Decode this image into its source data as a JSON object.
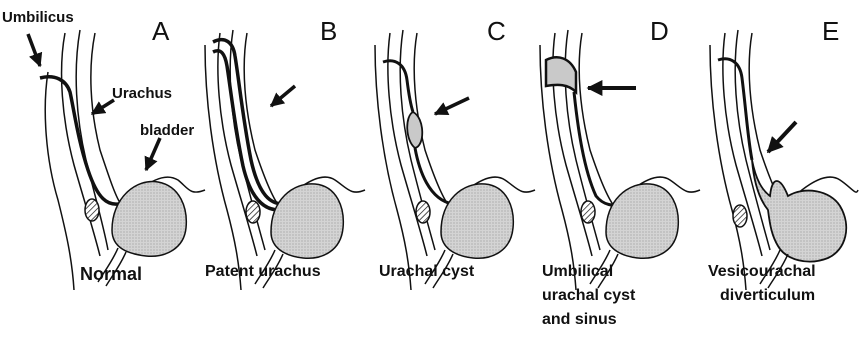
{
  "annotations": {
    "umbilicus": "Umbilicus",
    "urachus": "Urachus",
    "bladder": "bladder"
  },
  "panels": [
    {
      "letter": "A",
      "caption_lines": [
        "Normal"
      ]
    },
    {
      "letter": "B",
      "caption_lines": [
        "Patent urachus"
      ]
    },
    {
      "letter": "C",
      "caption_lines": [
        "Urachal cyst"
      ]
    },
    {
      "letter": "D",
      "caption_lines": [
        "Umbilical",
        "urachal cyst",
        "and sinus"
      ]
    },
    {
      "letter": "E",
      "caption_lines": [
        "Vesicourachal",
        "diverticulum"
      ]
    }
  ],
  "colors": {
    "ink": "#111111",
    "bladder_fill": "#d2d2d2",
    "cyst_fill": "#c9c9c9"
  }
}
